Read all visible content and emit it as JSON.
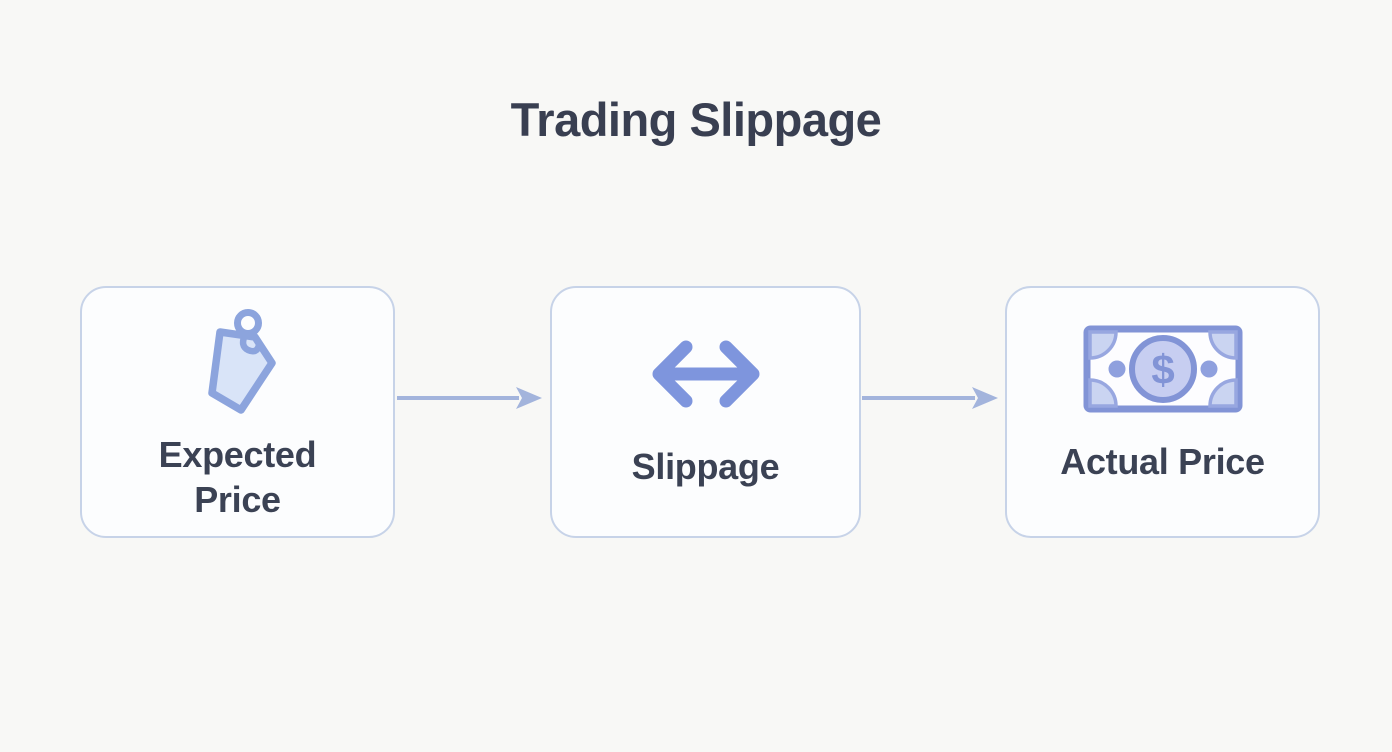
{
  "page": {
    "title": "Trading Slippage"
  },
  "colors": {
    "background": "#f8f8f6",
    "card_background": "#fcfdfe",
    "card_border": "#c7d3e8",
    "text": "#3b4254",
    "connector_arrow": "#a3b4dc",
    "icon_accent": "#7e95dd",
    "icon_stroke": "#8ca4dd",
    "icon_fill_light": "#d9e4f8",
    "banknote_stroke": "#8294d6",
    "banknote_circle_fill": "#c7cef1",
    "banknote_corner_fill": "#cad4f1",
    "banknote_dot": "#8fa0de"
  },
  "diagram": {
    "nodes": [
      {
        "id": "expected-price",
        "label": "Expected Price",
        "icon": "price-tag-icon"
      },
      {
        "id": "slippage",
        "label": "Slippage",
        "icon": "double-arrow-icon"
      },
      {
        "id": "actual-price",
        "label": "Actual Price",
        "icon": "banknote-icon"
      }
    ],
    "connectors": [
      {
        "from": "expected-price",
        "to": "slippage"
      },
      {
        "from": "slippage",
        "to": "actual-price"
      }
    ],
    "banknote_symbol": "$"
  }
}
